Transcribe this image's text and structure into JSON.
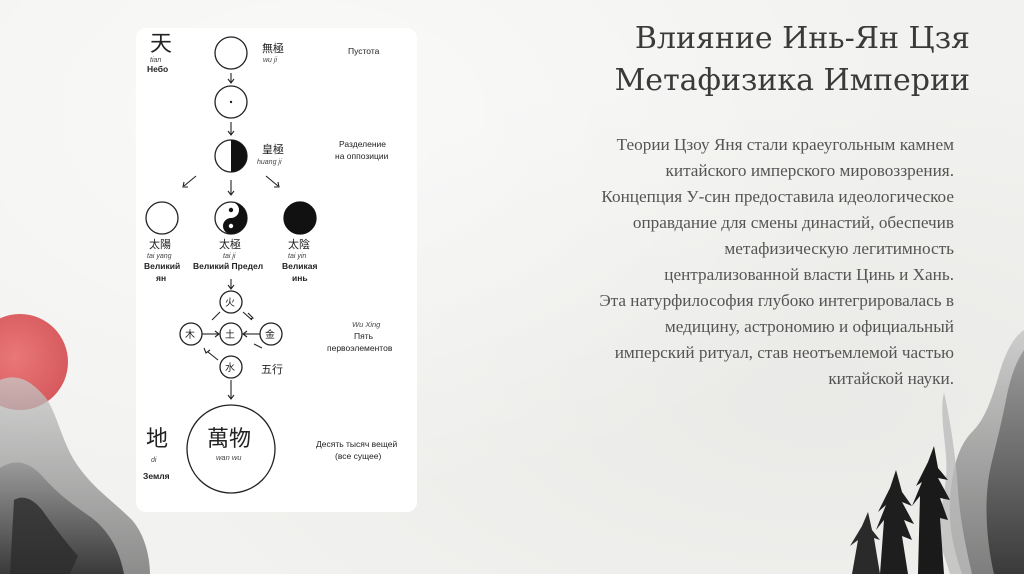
{
  "title": {
    "line1": "Влияние Инь-Ян Цзя",
    "line2": "Метафизика Империи"
  },
  "body_lines": [
    "Теории Цзоу Яня стали краеугольным камнем",
    "китайского имперского мировоззрения.",
    "Концепция У-син предоставила идеологическое",
    "оправдание для смены династий, обеспечив",
    "метафизическую легитимность",
    "централизованной власти Цинь и Хань.",
    "Эта натурфилософия глубоко интегрировалась в",
    "медицину, астрономию и официальный",
    "имперский ритуал, став неотъемлемой частью",
    "китайской науки."
  ],
  "diagram": {
    "heaven": {
      "hanzi": "天",
      "pinyin": "tian",
      "ru": "Небо"
    },
    "earth": {
      "hanzi": "地",
      "pinyin": "di",
      "ru": "Земля"
    },
    "wuji": {
      "hanzi": "無極",
      "pinyin": "wu ji",
      "ru": "Пустота"
    },
    "huangji": {
      "hanzi": "皇極",
      "pinyin": "huang ji",
      "ru_line1": "Разделение",
      "ru_line2": "на оппозиции"
    },
    "taiyang": {
      "hanzi": "太陽",
      "pinyin": "tai yang",
      "ru_line1": "Великий",
      "ru_line2": "ян"
    },
    "taiji": {
      "hanzi": "太極",
      "pinyin": "tai ji",
      "ru": "Великий Предел"
    },
    "taiyin": {
      "hanzi": "太陰",
      "pinyin": "tai yin",
      "ru_line1": "Великая",
      "ru_line2": "инь"
    },
    "wuxing": {
      "pinyin": "Wu Xing",
      "ru_line1": "Пять",
      "ru_line2": "первоэлементов",
      "hanzi": "五行"
    },
    "elements": {
      "fire": "火",
      "wood": "木",
      "earth": "土",
      "metal": "金",
      "water": "水"
    },
    "wanwu": {
      "hanzi": "萬物",
      "pinyin": "wan wu",
      "ru_line1": "Десять тысяч вещей",
      "ru_line2": "(все сущее)"
    }
  },
  "colors": {
    "sun": "#d44a4e",
    "ink": "#222222",
    "title": "#3a3a3a",
    "text": "#555555"
  }
}
